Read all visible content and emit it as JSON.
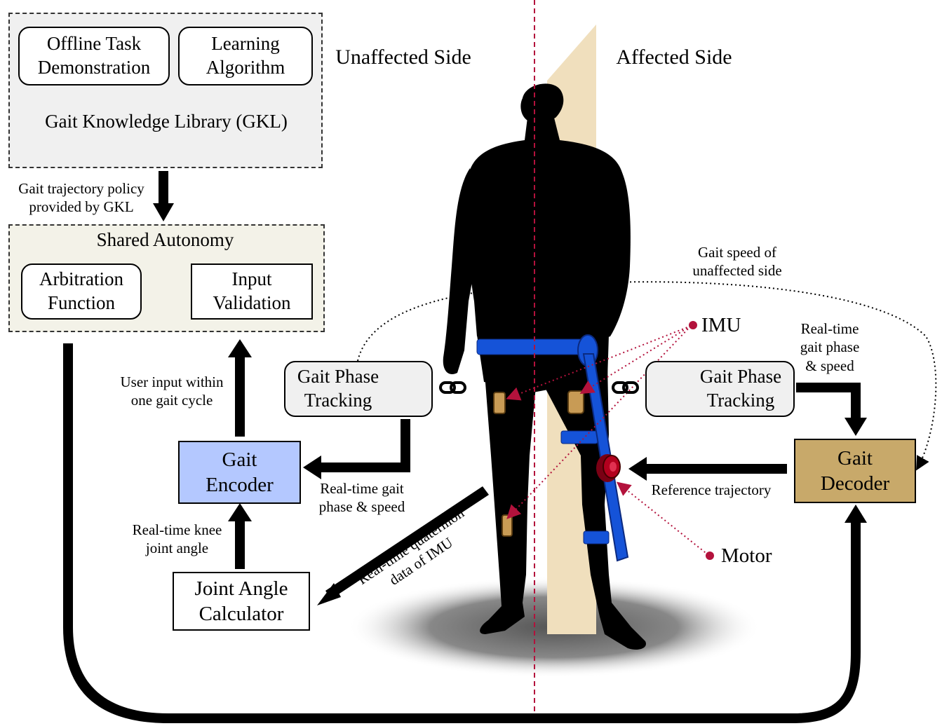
{
  "colors": {
    "encoder_fill": "#b4c8ff",
    "decoder_fill": "#c8a96a",
    "shared_bg": "#f3f2e8",
    "gkl_bg": "#f0f0f0",
    "strap_blue": "#1553d8",
    "motor_red": "#b3001e",
    "dotted_red": "#b3123c",
    "beam_fill": "#f0dfbd",
    "figure": "#000000"
  },
  "headers": {
    "unaffected": "Unaffected Side",
    "affected": "Affected Side"
  },
  "gkl_group": {
    "offline_line1": "Offline Task",
    "offline_line2": "Demonstration",
    "learning_line1": "Learning",
    "learning_line2": "Algorithm",
    "library": "Gait Knowledge Library (GKL)"
  },
  "policy_label": {
    "line1": "Gait trajectory policy",
    "line2": "provided by GKL"
  },
  "shared_autonomy": {
    "title": "Shared Autonomy",
    "arbitration_line1": "Arbitration",
    "arbitration_line2": "Function",
    "validation_line1": "Input",
    "validation_line2": "Validation"
  },
  "user_input": {
    "line1": "User input within",
    "line2": "one gait cycle"
  },
  "encoder": {
    "line1": "Gait",
    "line2": "Encoder"
  },
  "knee_angle": {
    "line1": "Real-time knee",
    "line2": "joint angle"
  },
  "joint_calc": {
    "line1": "Joint Angle",
    "line2": "Calculator"
  },
  "phase_left": {
    "line1": "Gait Phase",
    "line2": "Tracking"
  },
  "phase_right": {
    "line1": "Gait Phase",
    "line2": "Tracking"
  },
  "rt_phase_speed": {
    "line1": "Real-time gait",
    "line2": "phase & speed"
  },
  "quaternion": {
    "line1": "Real-time quaternion",
    "line2": "data of IMU"
  },
  "speed_unaffected": {
    "line1": "Gait speed of",
    "line2": "unaffected side"
  },
  "imu_label": "IMU",
  "motor_label": "Motor",
  "rt_right": {
    "line1": "Real-",
    "line2": "time",
    "line3": "gait phase",
    "line4": "& speed"
  },
  "decoder": {
    "line1": "Gait",
    "line2": "Decoder"
  },
  "reference": "Reference trajectory"
}
